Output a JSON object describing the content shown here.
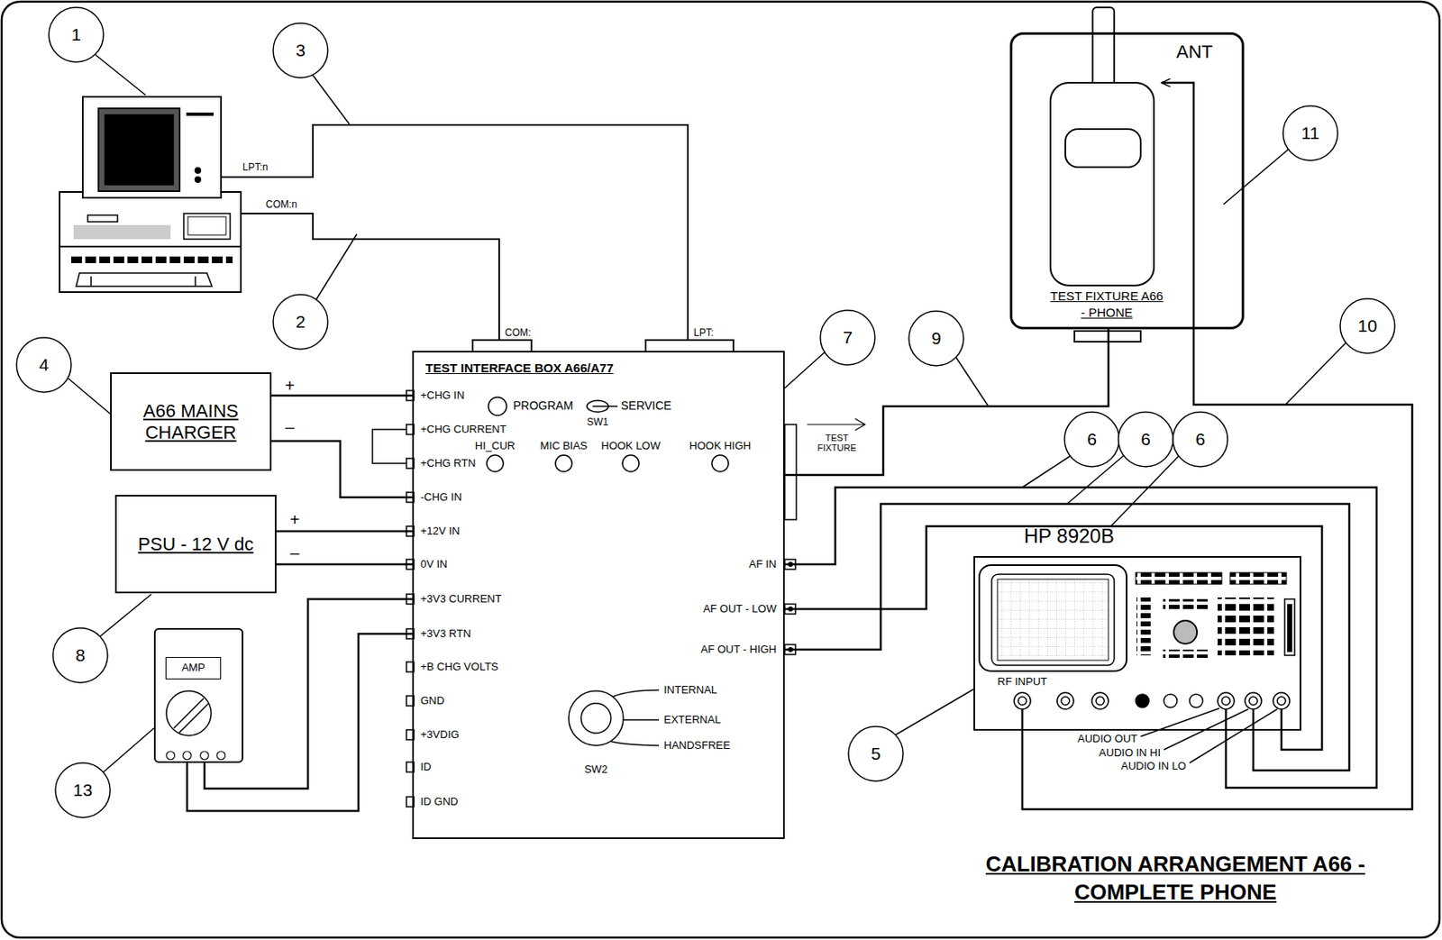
{
  "diagram": {
    "title": "CALIBRATION ARRANGEMENT A66 - COMPLETE PHONE",
    "nodes": [
      {
        "text": [
          "A66 MAINS CHARGER"
        ]
      },
      {
        "text": [
          "PSU - 12 V dc"
        ]
      },
      {
        "text": [
          "TEST INTERFACE BOX A66/A77"
        ]
      },
      {
        "text": [
          "TEST FIXTURE A66 - PHONE"
        ]
      },
      {
        "text": [
          "HP 8920B"
        ]
      },
      {
        "text": [
          "AMP"
        ]
      }
    ],
    "edges": [
      {
        "from": 0,
        "to": 2,
        "arrow": "none"
      },
      {
        "from": 0,
        "to": 2,
        "arrow": "none"
      },
      {
        "from": 1,
        "to": 2,
        "arrow": "none"
      },
      {
        "from": 1,
        "to": 2,
        "arrow": "none"
      },
      {
        "from": 5,
        "to": 2,
        "arrow": "none"
      },
      {
        "from": 5,
        "to": 2,
        "arrow": "none"
      },
      {
        "from": 2,
        "to": 3,
        "arrow": "none"
      },
      {
        "from": 2,
        "to": 4,
        "arrow": "none"
      },
      {
        "from": 2,
        "to": 4,
        "arrow": "none"
      },
      {
        "from": 2,
        "to": 4,
        "arrow": "none"
      },
      {
        "from": 4,
        "to": 3,
        "arrow": "to"
      }
    ],
    "labels": [
      "LPT:n",
      "COM:n",
      "COM:",
      "LPT:",
      "+",
      "–",
      "+",
      "–",
      "+CHG IN",
      "+CHG CURRENT",
      "+CHG RTN",
      "-CHG IN",
      "+12V IN",
      "0V IN",
      "+3V3 CURRENT",
      "+3V3 RTN",
      "+B CHG VOLTS",
      "GND",
      "+3VDIG",
      "ID",
      "ID GND",
      "PROGRAM",
      "SERVICE",
      "SW1",
      "HI_CUR",
      "MIC BIAS",
      "HOOK LOW",
      "HOOK HIGH",
      "AF IN",
      "AF OUT - LOW",
      "AF OUT - HIGH",
      "INTERNAL",
      "EXTERNAL",
      "HANDSFREE",
      "SW2",
      "TEST FIXTURE",
      "ANT",
      "RF INPUT",
      "AUDIO OUT",
      "AUDIO IN HI",
      "AUDIO IN LO",
      "1",
      "2",
      "3",
      "4",
      "5",
      "6",
      "6",
      "6",
      "7",
      "8",
      "9",
      "10",
      "11",
      "13"
    ]
  }
}
